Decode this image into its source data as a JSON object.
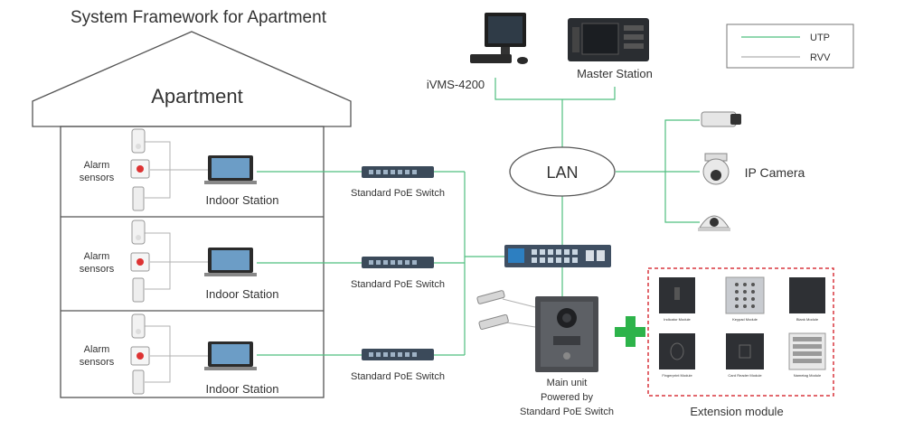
{
  "title": "System Framework for Apartment",
  "building": {
    "label": "Apartment"
  },
  "floors": [
    {
      "sensors_label_line1": "Alarm",
      "sensors_label_line2": "sensors",
      "indoor_label": "Indoor Station",
      "switch_label": "Standard PoE Switch"
    },
    {
      "sensors_label_line1": "Alarm",
      "sensors_label_line2": "sensors",
      "indoor_label": "Indoor Station",
      "switch_label": "Standard PoE Switch"
    },
    {
      "sensors_label_line1": "Alarm",
      "sensors_label_line2": "sensors",
      "indoor_label": "Indoor Station",
      "switch_label": "Standard PoE Switch"
    }
  ],
  "ivms": {
    "label": "iVMS-4200"
  },
  "master": {
    "label": "Master Station"
  },
  "lan": {
    "label": "LAN"
  },
  "camera": {
    "label": "IP Camera"
  },
  "main_unit": {
    "line1": "Main unit",
    "line2": "Powered by",
    "line3": "Standard PoE Switch"
  },
  "extension": {
    "label": "Extension module",
    "module_captions": [
      "Indicator Module",
      "Keypad Module",
      "Blank Module",
      "Fingerprint Module",
      "Card Reader Module",
      "Nametag Module"
    ]
  },
  "legend": [
    {
      "label": "UTP",
      "color": "#4fbf7f"
    },
    {
      "label": "RVV",
      "color": "#b0b0b0"
    }
  ],
  "colors": {
    "utp": "#4fbf7f",
    "rvv": "#b0b0b0",
    "plus": "#2db34a",
    "ext_border": "#d9363e"
  }
}
